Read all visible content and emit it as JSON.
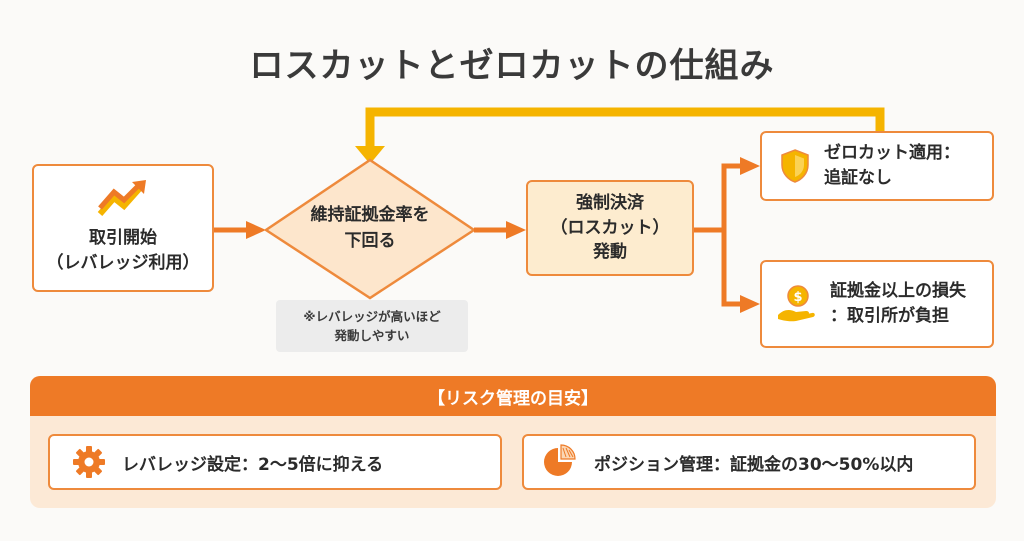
{
  "title": "ロスカットとゼロカットの仕組み",
  "nodes": {
    "start": {
      "line1": "取引開始",
      "line2": "（レバレッジ利用）"
    },
    "decision": {
      "line1": "維持証拠金率を",
      "line2": "下回る"
    },
    "note": {
      "line1": "※レバレッジが高いほど",
      "line2": "発動しやすい"
    },
    "forced": {
      "line1": "強制決済",
      "line2": "（ロスカット）",
      "line3": "発動"
    },
    "zero_cut": {
      "line1": "ゼロカット適用：",
      "line2": "追証なし"
    },
    "loss": {
      "line1": "証拠金以上の損失",
      "line2": "：取引所が負担"
    }
  },
  "panel": {
    "heading": "【リスク管理の目安】",
    "leverage": "レバレッジ設定：2〜5倍に抑える",
    "position": "ポジション管理：証拠金の30〜50%以内"
  },
  "colors": {
    "accent": "#ee8a3c",
    "arrow": "#ee7a26",
    "loop_arrow": "#f5b400",
    "panel_bg": "#fce9d6",
    "highlight_box": "#fdeccf"
  },
  "icons": {
    "start": "trend-up-icon",
    "zero_cut": "shield-icon",
    "loss": "coin-hand-icon",
    "leverage": "gear-icon",
    "position": "pie-chart-icon"
  }
}
